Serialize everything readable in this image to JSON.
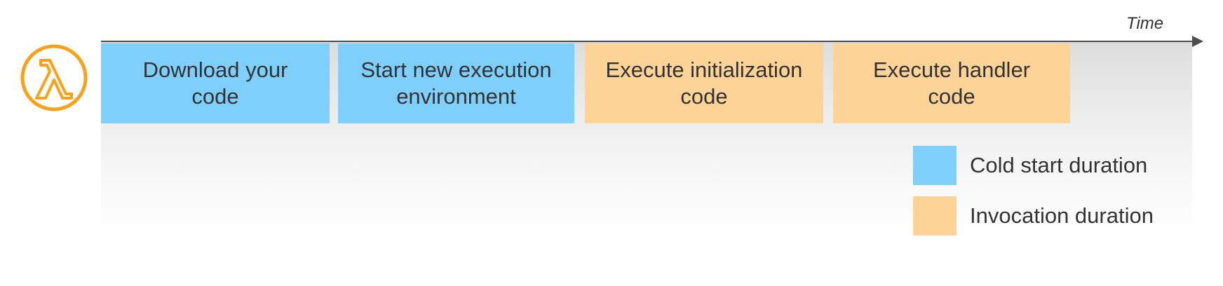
{
  "axis": {
    "label": "Time"
  },
  "colors": {
    "cold": "#7ecffc",
    "invocation": "#fdd398",
    "lambda_orange": "#f7a21b"
  },
  "steps": [
    {
      "label": "Download your\ncode",
      "kind": "cold"
    },
    {
      "label": "Start new execution\nenvironment",
      "kind": "cold"
    },
    {
      "label": "Execute initialization\ncode",
      "kind": "invocation"
    },
    {
      "label": "Execute handler\ncode",
      "kind": "invocation"
    }
  ],
  "legend": [
    {
      "label": "Cold start duration",
      "kind": "cold"
    },
    {
      "label": "Invocation duration",
      "kind": "invocation"
    }
  ],
  "icon": {
    "name": "lambda-icon"
  }
}
